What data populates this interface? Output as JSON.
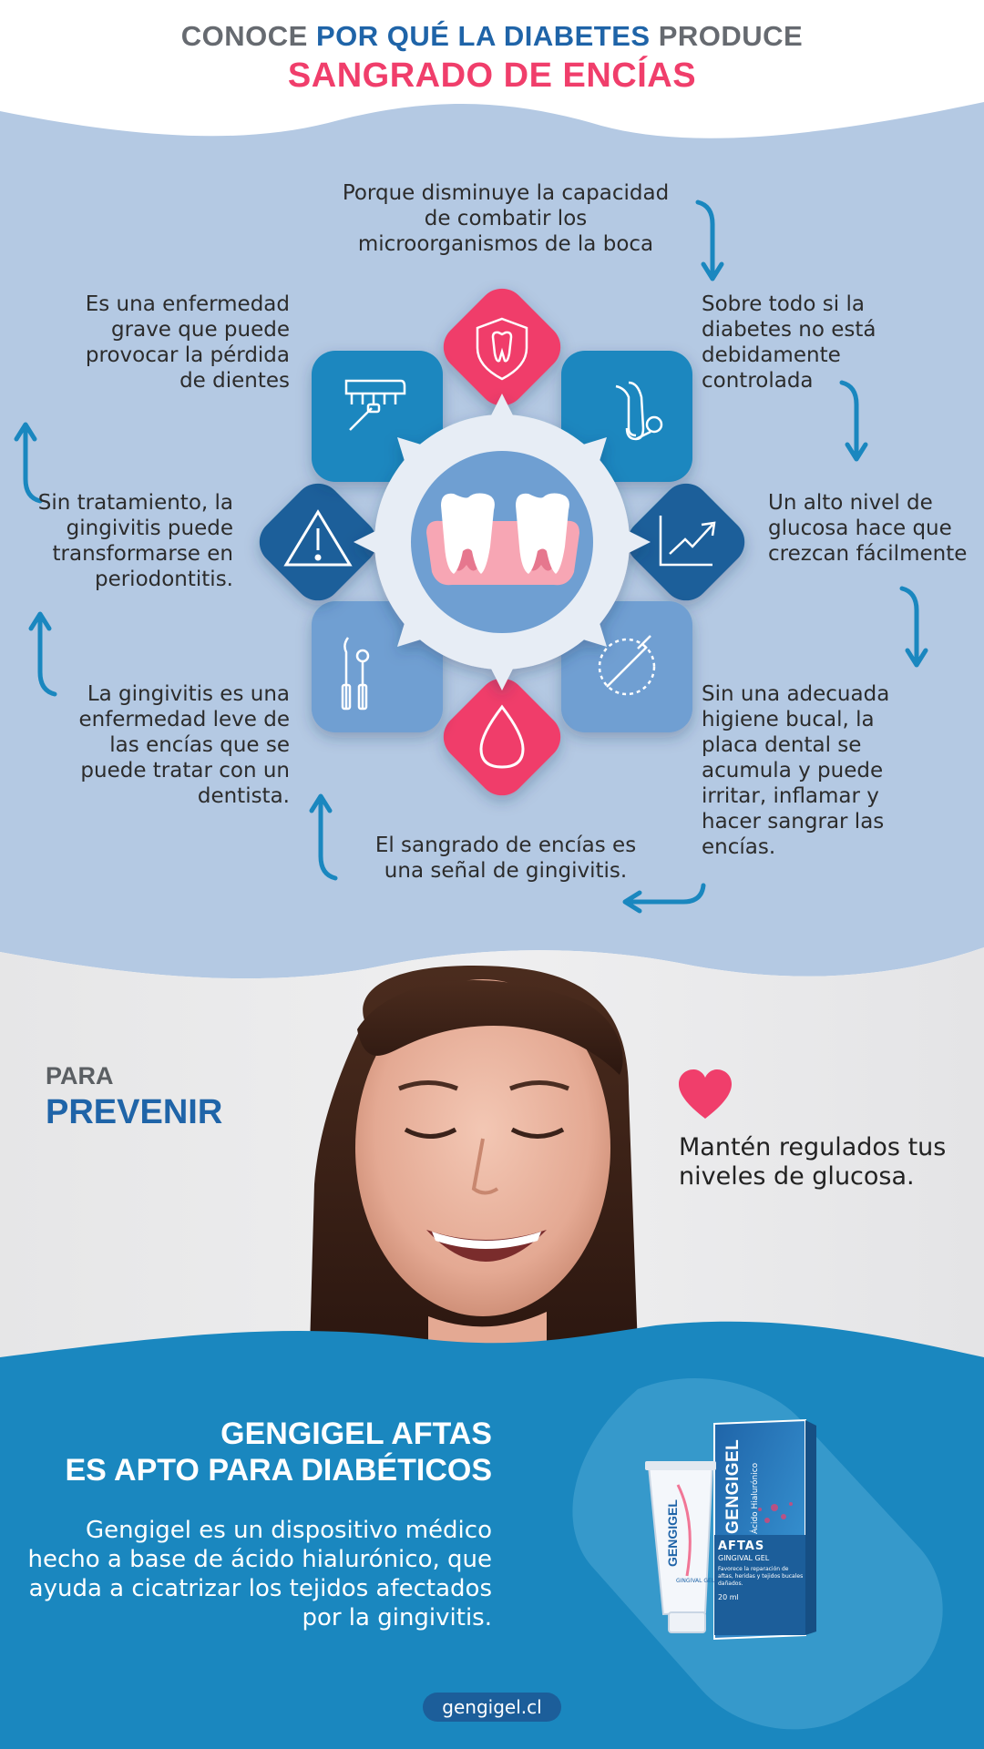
{
  "header": {
    "line1_prefix": "CONOCE ",
    "line1_highlight": "POR QUÉ LA DIABETES",
    "line1_suffix": " PRODUCE",
    "line2": "SANGRADO DE ENCÍAS"
  },
  "cycle": {
    "top": "Porque disminuye la capacidad de combatir los microorganismos de la boca",
    "right_1": "Sobre todo si la diabetes no está debidamente controlada",
    "right_2": "Un alto nivel de glucosa hace que crezcan fácilmente",
    "right_3": "Sin una adecuada higiene bucal, la placa dental se acumula y puede irritar, inflamar y hacer sangrar las encías.",
    "bottom": "El sangrado de encías es una señal de gingivitis.",
    "left_3": "La gingivitis es una enfermedad leve de las encías que se puede tratar con un dentista.",
    "left_2": "Sin tratamiento, la gingivitis puede transformarse en periodontitis.",
    "left_1": "Es una enfermedad grave que puede provocar la pérdida de dientes"
  },
  "icons": [
    "tooth-shield-icon",
    "stethoscope-icon",
    "rising-chart-icon",
    "toothbrush-icon",
    "blood-drop-icon",
    "dental-tools-icon",
    "warning-icon",
    "dental-x-ray-icon",
    "teeth-gums-icon",
    "heart-icon"
  ],
  "prevent": {
    "label_small": "PARA",
    "label_big": "PREVENIR",
    "tip": "Mantén regulados tus niveles de glucosa."
  },
  "product": {
    "title_line1": "GENGIGEL AFTAS",
    "title_line2": "ES APTO PARA DIABÉTICOS",
    "description": "Gengigel es un dispositivo médico hecho a base de ácido hialurónico, que ayuda a cicatrizar los tejidos afectados por la gingivitis.",
    "box_brand": "GENGIGEL",
    "box_sub": "Ácido Hialurónico",
    "box_name": "AFTAS",
    "box_type": "GINGIVAL GEL",
    "box_text": "Favorece la reparación de aftas, heridas y tejidos bucales dañados.",
    "box_volume": "20 ml",
    "tube_brand": "GENGIGEL",
    "tube_type": "GINGIVAL GEL"
  },
  "footer": {
    "url": "gengigel.cl"
  },
  "colors": {
    "blue_bg": "#b4c9e3",
    "dark_blue": "#1f64a8",
    "pink": "#f03e6b",
    "product_bg": "#1a87bf",
    "arrow": "#1a87bf"
  }
}
